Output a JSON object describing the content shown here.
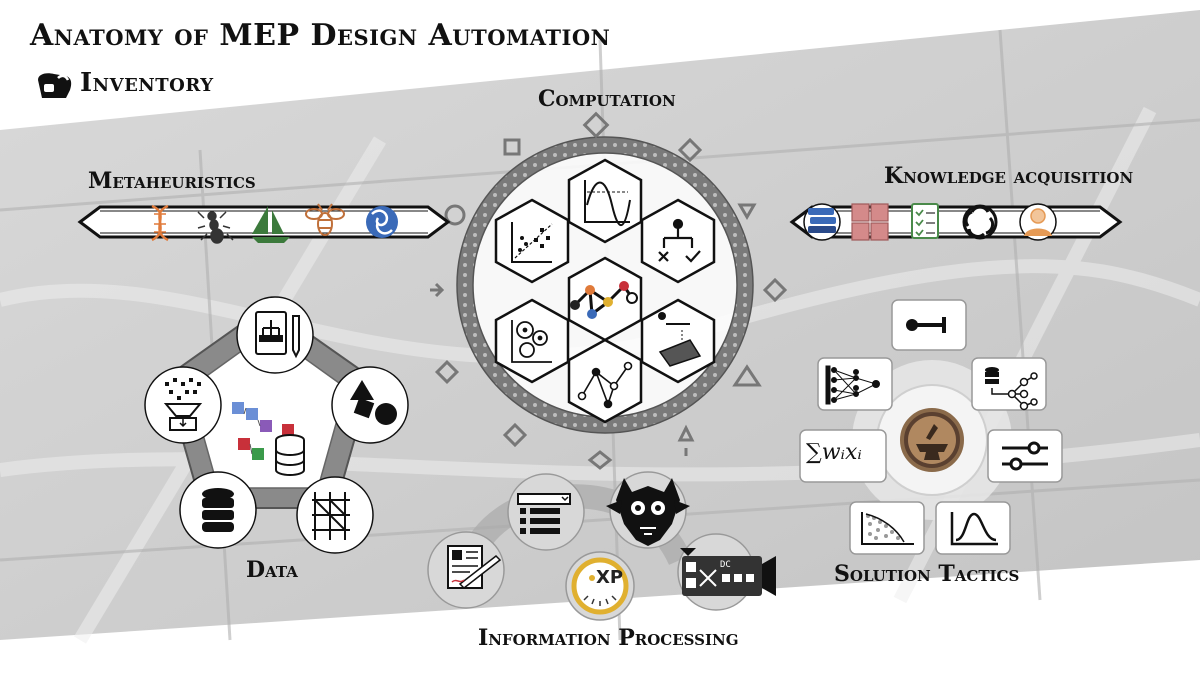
{
  "header": {
    "title": "Anatomy of MEP Design Automation",
    "subtitle": "Inventory",
    "inventory_icon": "bag-icon"
  },
  "sections": {
    "computation": {
      "label": "Computation",
      "icons": [
        "wave-chart-icon",
        "scatter-plot-icon",
        "decision-tree-icon",
        "network-graph-icon",
        "cluster-plot-icon",
        "optimization-surface-icon",
        "graph-nodes-icon"
      ]
    },
    "metaheuristics": {
      "label": "Metaheuristics",
      "icons": [
        "dna-icon",
        "ant-icon",
        "sailboat-icon",
        "bee-icon",
        "fish-swarm-icon"
      ]
    },
    "knowledge": {
      "label": "Knowledge acquisition",
      "icons": [
        "books-icon",
        "storage-boxes-icon",
        "checklist-icon",
        "openai-icon",
        "expert-person-icon"
      ]
    },
    "data": {
      "label": "Data",
      "icons": [
        "document-hierarchy-icon",
        "data-funnel-icon",
        "shapes-icon",
        "database-icon",
        "scaffold-icon",
        "data-blocks-database-icon"
      ]
    },
    "tactics": {
      "label": "Solution Tactics",
      "icons": [
        "arrow-mapping-icon",
        "neural-network-icon",
        "database-tree-icon",
        "sum-formula-icon",
        "sliders-icon",
        "pareto-front-icon",
        "distribution-curve-icon",
        "forge-anvil-icon"
      ],
      "formula": "∑wᵢxᵢ"
    },
    "information": {
      "label": "Information Processing",
      "icons": [
        "drawing-pen-icon",
        "form-list-icon",
        "xp-badge-icon",
        "mask-icon",
        "film-strip-icon"
      ],
      "xp_label": "XP",
      "dc_label": "DC"
    }
  },
  "colors": {
    "ink": "#111111",
    "ring": "#8a8a8a",
    "dna": "#e07a3a",
    "sail": "#3c7a3c",
    "bee": "#c0703a",
    "books": "#3a6ab8",
    "boxes": "#d48a8a",
    "checklist": "#4a8a4a",
    "person": "#e59a55",
    "block_blue": "#6b8fd6",
    "block_purple": "#8a5ab8",
    "block_red": "#c8303a",
    "block_green": "#3a9a4a",
    "xp_gold": "#e0b030",
    "anvil": "#8a6a4a"
  }
}
